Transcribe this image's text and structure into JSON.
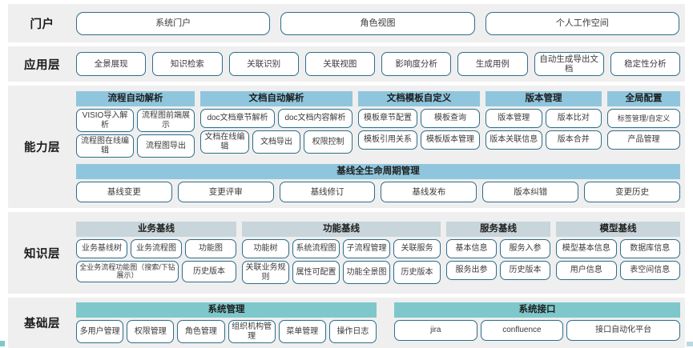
{
  "colors": {
    "band_bg": "#efefef",
    "pill_border": "#2e6d8a",
    "ability_header": "#8fc6dd",
    "knowledge_header": "#c8d5da",
    "base_header": "#7ec8cb"
  },
  "layers": [
    {
      "id": "portal",
      "label": "门户",
      "items": [
        "系统门户",
        "角色视图",
        "个人工作空间"
      ]
    },
    {
      "id": "application",
      "label": "应用层",
      "items": [
        "全景展现",
        "知识检索",
        "关联识别",
        "关联视图",
        "影响度分析",
        "生成用例",
        "自动生成导出文档",
        "稳定性分析"
      ]
    },
    {
      "id": "ability",
      "label": "能力层",
      "groups": [
        {
          "title": "流程自动解析",
          "rows": [
            [
              "VISIO导入解析",
              "流程图前端展示"
            ],
            [
              "流程图在线编辑",
              "流程图导出"
            ]
          ]
        },
        {
          "title": "文档自动解析",
          "rows": [
            [
              "doc文档章节解析",
              "doc文档内容解析"
            ],
            [
              "文档在线编辑",
              "文档导出",
              "权限控制"
            ]
          ]
        },
        {
          "title": "文档模板自定义",
          "rows": [
            [
              "模板章节配置",
              "模板查询"
            ],
            [
              "模板引用关系",
              "模板版本管理"
            ]
          ]
        },
        {
          "title": "版本管理",
          "rows": [
            [
              "版本管理",
              "版本比对"
            ],
            [
              "版本关联信息",
              "版本合并"
            ]
          ]
        },
        {
          "title": "全局配置",
          "rows": [
            [
              "标签管理/自定义"
            ],
            [
              "产品管理"
            ]
          ]
        }
      ],
      "full_band": {
        "title": "基线全生命周期管理",
        "items": [
          "基线变更",
          "变更评审",
          "基线修订",
          "基线发布",
          "版本纠错",
          "变更历史"
        ]
      }
    },
    {
      "id": "knowledge",
      "label": "知识层",
      "groups": [
        {
          "title": "业务基线",
          "rows": [
            [
              "业务基线树",
              "业务流程图",
              "功能图"
            ],
            [
              "全业务流程功能图（搜索/下钻展示）",
              "历史版本"
            ]
          ]
        },
        {
          "title": "功能基线",
          "rows": [
            [
              "功能树",
              "系统流程图",
              "子流程管理",
              "关联服务"
            ],
            [
              "关联业务规则",
              "属性可配置",
              "功能全景图",
              "历史版本"
            ]
          ]
        },
        {
          "title": "服务基线",
          "rows": [
            [
              "基本信息",
              "服务入参"
            ],
            [
              "服务出参",
              "历史版本"
            ]
          ]
        },
        {
          "title": "模型基线",
          "rows": [
            [
              "模型基本信息",
              "数据库信息"
            ],
            [
              "用户信息",
              "表空间信息"
            ]
          ]
        }
      ]
    },
    {
      "id": "base",
      "label": "基础层",
      "groups": [
        {
          "title": "系统管理",
          "rows": [
            [
              "多用户管理",
              "权限管理",
              "角色管理",
              "组织机构管理",
              "菜单管理",
              "操作日志"
            ]
          ]
        },
        {
          "title": "系统接口",
          "rows": [
            [
              "jira",
              "confluence",
              "接口自动化平台"
            ]
          ]
        }
      ]
    }
  ]
}
